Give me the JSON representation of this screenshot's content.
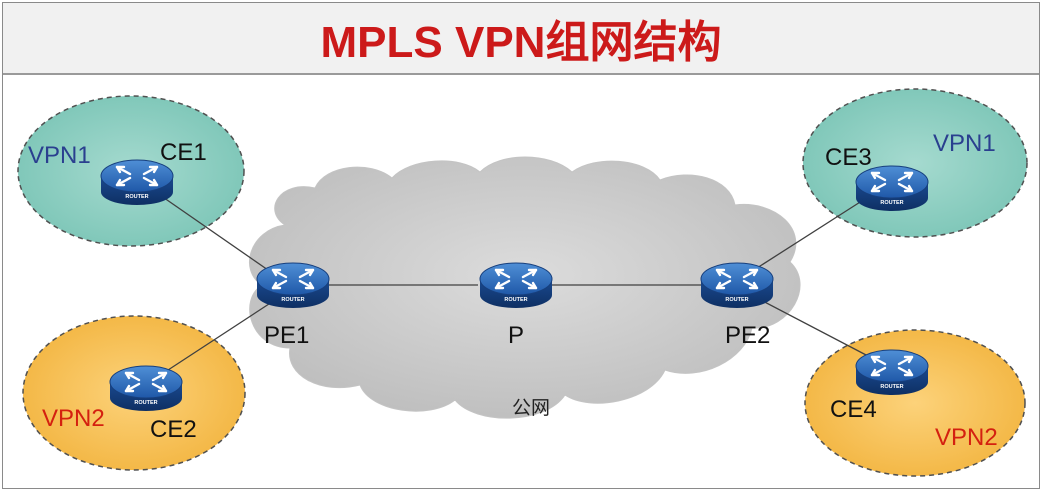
{
  "title": "MPLS VPN组网结构",
  "router_caption": "ROUTER",
  "nodes": {
    "ce1": "CE1",
    "ce2": "CE2",
    "ce3": "CE3",
    "ce4": "CE4",
    "pe1": "PE1",
    "pe2": "PE2",
    "p": "P"
  },
  "sites": {
    "top_left": "VPN1",
    "bottom_left": "VPN2",
    "top_right": "VPN1",
    "bottom_right": "VPN2"
  },
  "cloud_label": "公网",
  "colors": {
    "title": "#cc1a1a",
    "vpn1_fill": "#8ecfc2",
    "vpn2_fill": "#f7c050",
    "vpn1_text": "#2a3f8f",
    "vpn2_text": "#d42010",
    "cloud_fill": "#cfcfcf",
    "router_blue": "#1f58a8"
  }
}
